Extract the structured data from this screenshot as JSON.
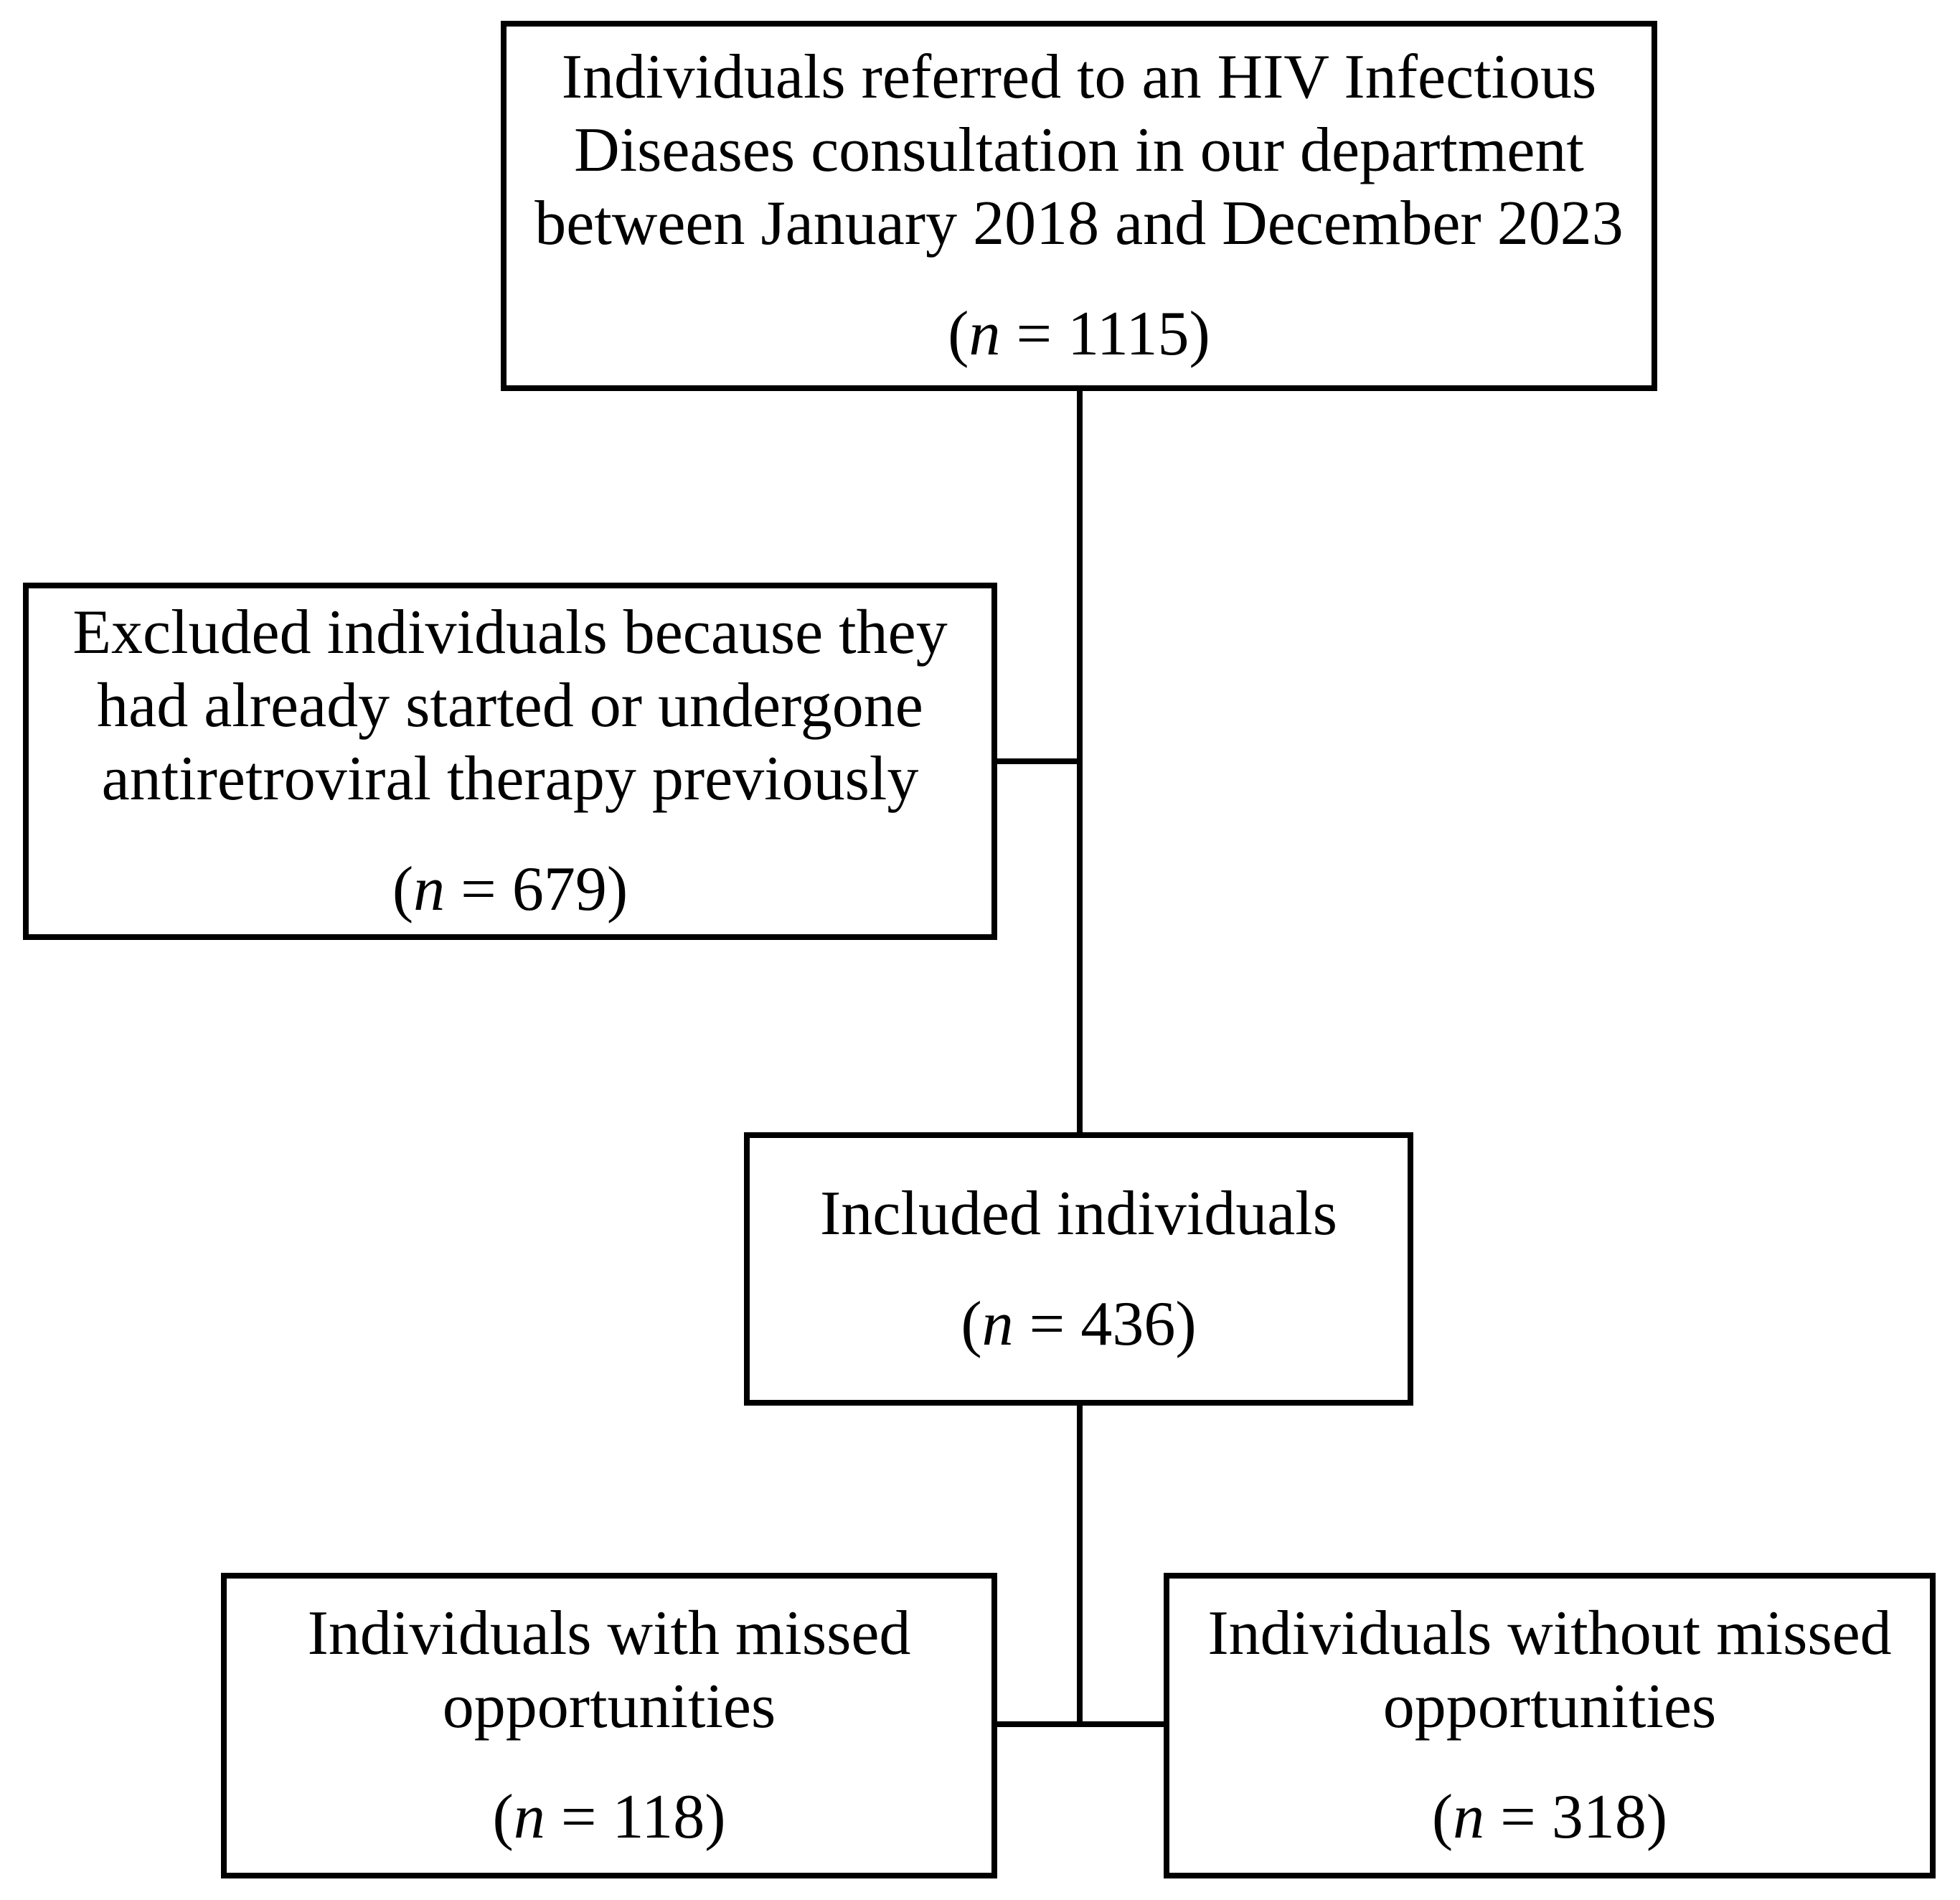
{
  "colors": {
    "background": "#ffffff",
    "line": "#000000",
    "text": "#000000"
  },
  "symbols": {
    "open": "(",
    "n": "n",
    "eq": " = ",
    "close": ")"
  },
  "nodes": {
    "referred": {
      "lines": [
        "Individuals referred to an HIV Infectious",
        "Diseases consultation in our department",
        "between January 2018 and December 2023"
      ],
      "n_value": "1115"
    },
    "excluded": {
      "lines": [
        "Excluded individuals because they",
        "had already started or undergone",
        "antiretroviral therapy previously"
      ],
      "n_value": "679"
    },
    "included": {
      "lines": [
        "Included individuals"
      ],
      "n_value": "436"
    },
    "missed": {
      "lines": [
        "Individuals with missed",
        "opportunities"
      ],
      "n_value": "118"
    },
    "without_missed": {
      "lines": [
        "Individuals without missed",
        "opportunities"
      ],
      "n_value": "318"
    }
  }
}
